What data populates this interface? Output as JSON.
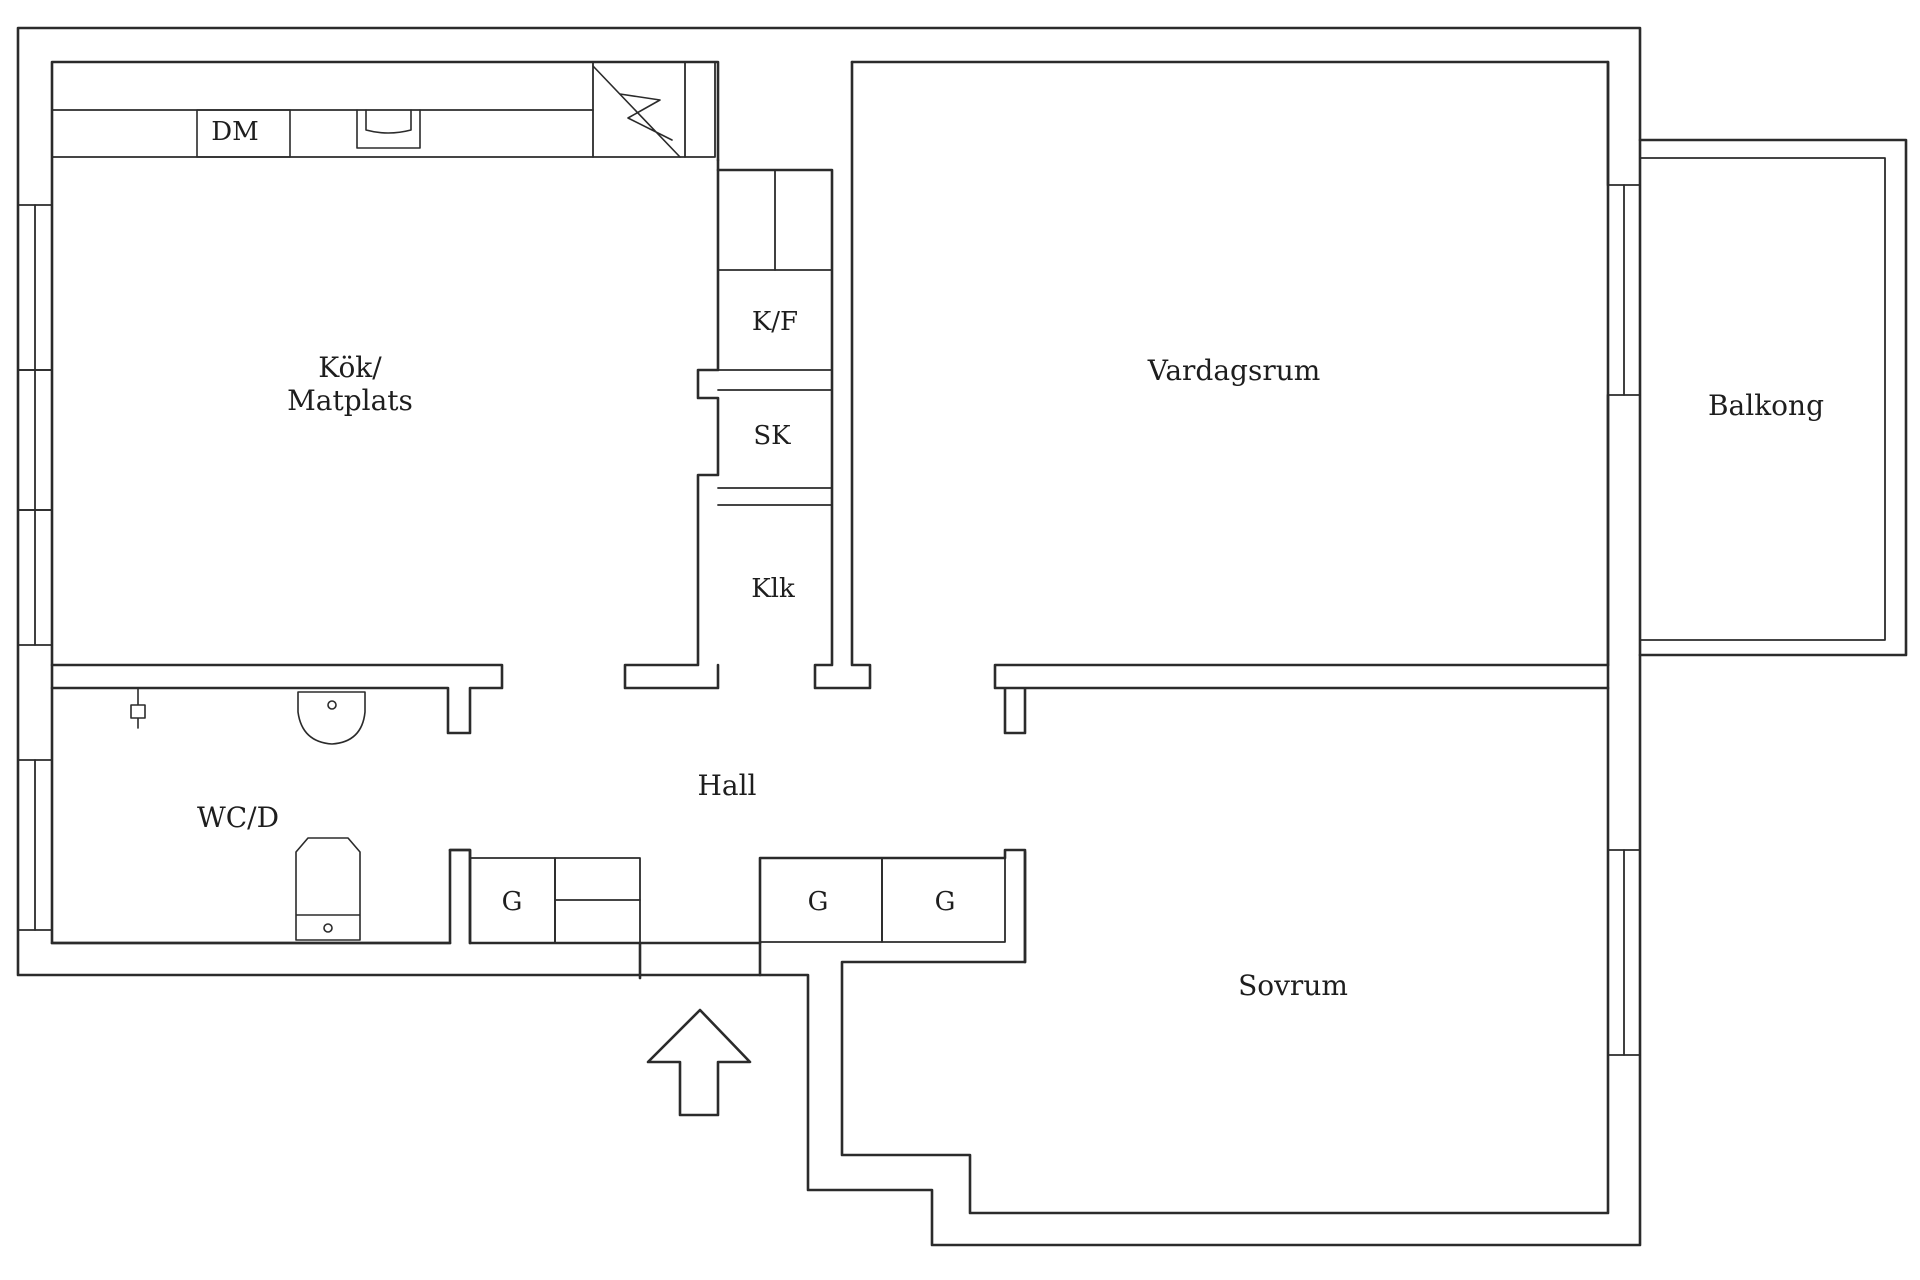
{
  "rooms": {
    "kitchen_line1": "Kök/",
    "kitchen_line2": "Matplats",
    "living": "Vardagsrum",
    "balcony": "Balkong",
    "hall": "Hall",
    "bathroom": "WC/D",
    "bedroom": "Sovrum"
  },
  "fixtures": {
    "dishwasher": "DM",
    "fridge_freezer": "K/F",
    "storage_cabinet": "SK",
    "walkin_closet": "Klk",
    "wardrobe_1": "G",
    "wardrobe_2": "G",
    "wardrobe_3": "G"
  }
}
